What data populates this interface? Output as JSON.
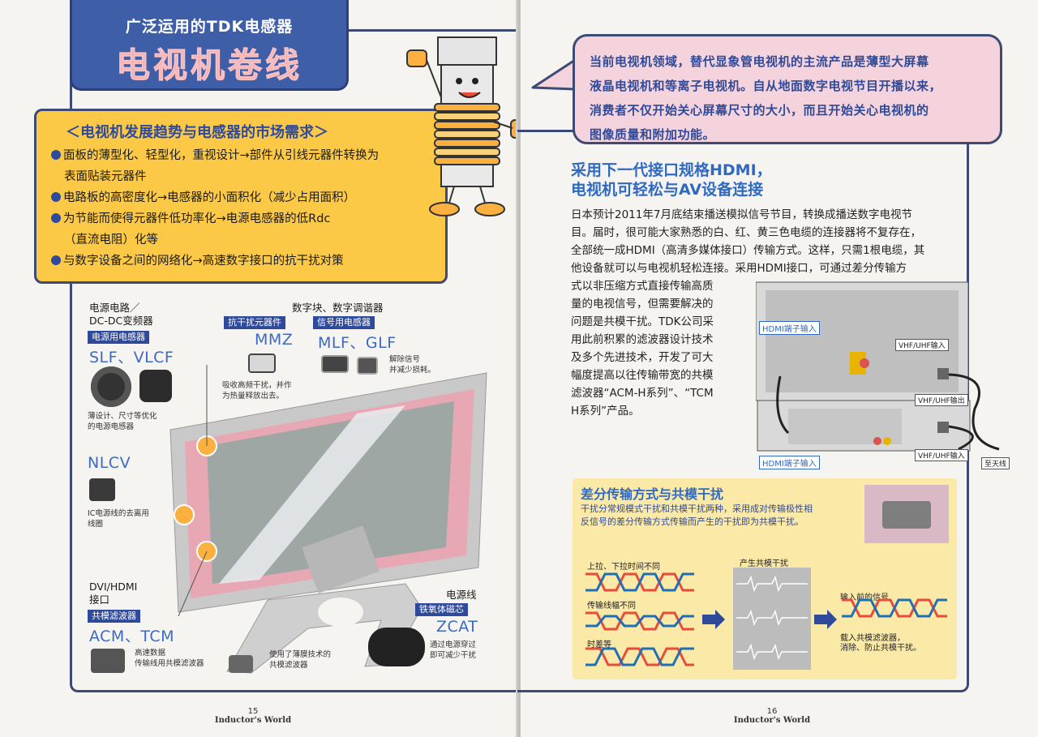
{
  "left": {
    "header": {
      "subtitle": "广泛运用的TDK电感器",
      "title": "电视机卷线"
    },
    "requirements": {
      "title": "＜电视机发展趋势与电感器的市场需求＞",
      "items": [
        {
          "line1": "面板的薄型化、轻型化，重视设计→部件从引线元器件转换为",
          "line2": "表面贴装元器件"
        },
        {
          "line1": "电路板的高密度化→电感器的小面积化（减少占用面积）",
          "line2": ""
        },
        {
          "line1": "为节能而使得元器件低功率化→电源电感器的低Rdc",
          "line2": "（直流电阻）化等"
        },
        {
          "line1": "与数字设备之间的网络化→高速数字接口的抗干扰对策",
          "line2": ""
        }
      ]
    },
    "callouts": {
      "power": {
        "label": "电源电路／",
        "label2": "DC-DC变频器",
        "tag": "电源用电感器",
        "part": "SLF、VLCF",
        "note": "薄设计、尺寸等优化",
        "note2": "的电源电感器"
      },
      "nlcv": {
        "part": "NLCV",
        "note": "IC电源线的去离用",
        "note2": "线圈"
      },
      "digital": {
        "label": "数字块、数字调谐器",
        "tag1": "抗干扰元器件",
        "tag2": "信号用电感器",
        "part1": "MMZ",
        "part2": "MLF、GLF",
        "note1": "吸收高频干扰，并作",
        "note1b": "为热量释放出去。",
        "note2": "解除信号",
        "note2b": "并减少损耗。"
      },
      "dvi": {
        "label": "DVI/HDMI",
        "label2": "接口",
        "tag": "共模滤波器",
        "part": "ACM、TCM",
        "note": "高速数据",
        "note2": "传输线用共模滤波器",
        "note3": "使用了薄膜技术的",
        "note4": "共模滤波器"
      },
      "power_line": {
        "label": "电源线",
        "tag": "铁氧体磁芯",
        "part": "ZCAT",
        "note": "通过电源穿过",
        "note2": "即可减少干扰"
      }
    },
    "footer": {
      "page": "15",
      "brand": "Inductor's World"
    }
  },
  "right": {
    "bubble": {
      "lines": [
        "当前电视机领域，替代显象管电视机的主流产品是薄型大屏幕",
        "液晶电视机和等离子电视机。自从地面数字电视节目开播以来，",
        "消费者不仅开始关心屏幕尺寸的大小，而且开始关心电视机的",
        "图像质量和附加功能。"
      ]
    },
    "hdmi": {
      "heading1": "采用下一代接口规格HDMI，",
      "heading2": "电视机可轻松与AV设备连接",
      "full_lines": [
        "日本预计2011年7月底结束播送模拟信号节目，转换成播送数字电视节",
        "目。届时，很可能大家熟悉的白、红、黄三色电缆的连接器将不复存在，",
        "全部统一成HDMI（高清多媒体接口）传输方式。这样，只需1根电缆，其",
        "他设备就可以与电视机轻松连接。采用HDMI接口，可通过差分传输方"
      ],
      "narrow_lines": [
        "式以非压缩方式直接传输高质",
        "量的电视信号，但需要解决的",
        "问题是共模干扰。TDK公司采",
        "用此前积累的滤波器设计技术",
        "及多个先进技术，开发了可大",
        "幅度提高以往传输带宽的共模",
        "滤波器“ACM-H系列”、“TCM",
        "H系列”产品。"
      ],
      "diagram": {
        "hdmi_in_top": "HDMI端子输入",
        "hdmi_in_bottom": "HDMI端子输入",
        "vhf_in": "VHF/UHF输入",
        "vhf_out": "VHF/UHF输出",
        "vhf_in2": "VHF/UHF输入",
        "antenna": "至天线"
      }
    },
    "diff": {
      "heading": "差分传输方式与共模干扰",
      "text1": "干扰分常规模式干扰和共模干扰两种，采用成对传输极性相",
      "text2": "反信号的差分传输方式传输而产生的干扰即为共模干扰。",
      "wave_labels": [
        "上拉、下拉时间不同",
        "传输线幅不同",
        "时差等"
      ],
      "mid_label": "产生共模干扰",
      "right_label": "输入前的信号",
      "right_note": "载入共模滤波器，",
      "right_note2": "消除、防止共模干扰。"
    },
    "footer": {
      "page": "16",
      "brand": "Inductor's World"
    }
  },
  "colors": {
    "navy": "#3d4a73",
    "blue": "#2f4a9a",
    "yellow": "#fcc947",
    "pink": "#f4d3dc",
    "light_yellow": "#fbe9a8"
  }
}
